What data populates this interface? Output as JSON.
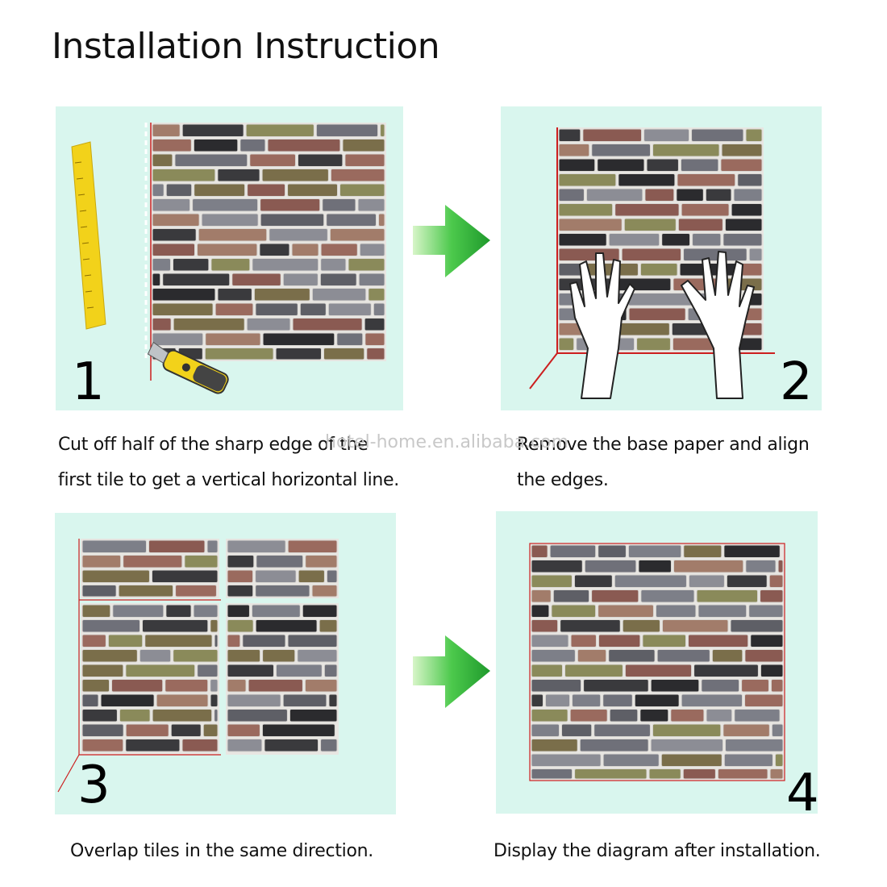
{
  "header": {
    "title": "Installation Instruction"
  },
  "steps": [
    {
      "number": "1",
      "caption_line1": "Cut off half of the sharp edge of the",
      "caption_line2": "first tile to get a vertical horizontal line."
    },
    {
      "number": "2",
      "caption_line1": "Remove the base paper and align",
      "caption_line2": "the edges."
    },
    {
      "number": "3",
      "caption_line1": "Overlap tiles in the same direction.",
      "caption_line2": ""
    },
    {
      "number": "4",
      "caption_line1": "Display the diagram after installation.",
      "caption_line2": ""
    }
  ],
  "watermark": "hotel-home.en.alibaba.com",
  "colors": {
    "panel_bg": "#d9f6ee",
    "arrow_green": "#3cbf3c",
    "guide_red": "#cc1f1f",
    "ruler_yellow": "#f2d21a"
  },
  "icons": [
    "ruler-icon",
    "utility-knife-icon",
    "hands-icon",
    "arrow-right-icon"
  ]
}
